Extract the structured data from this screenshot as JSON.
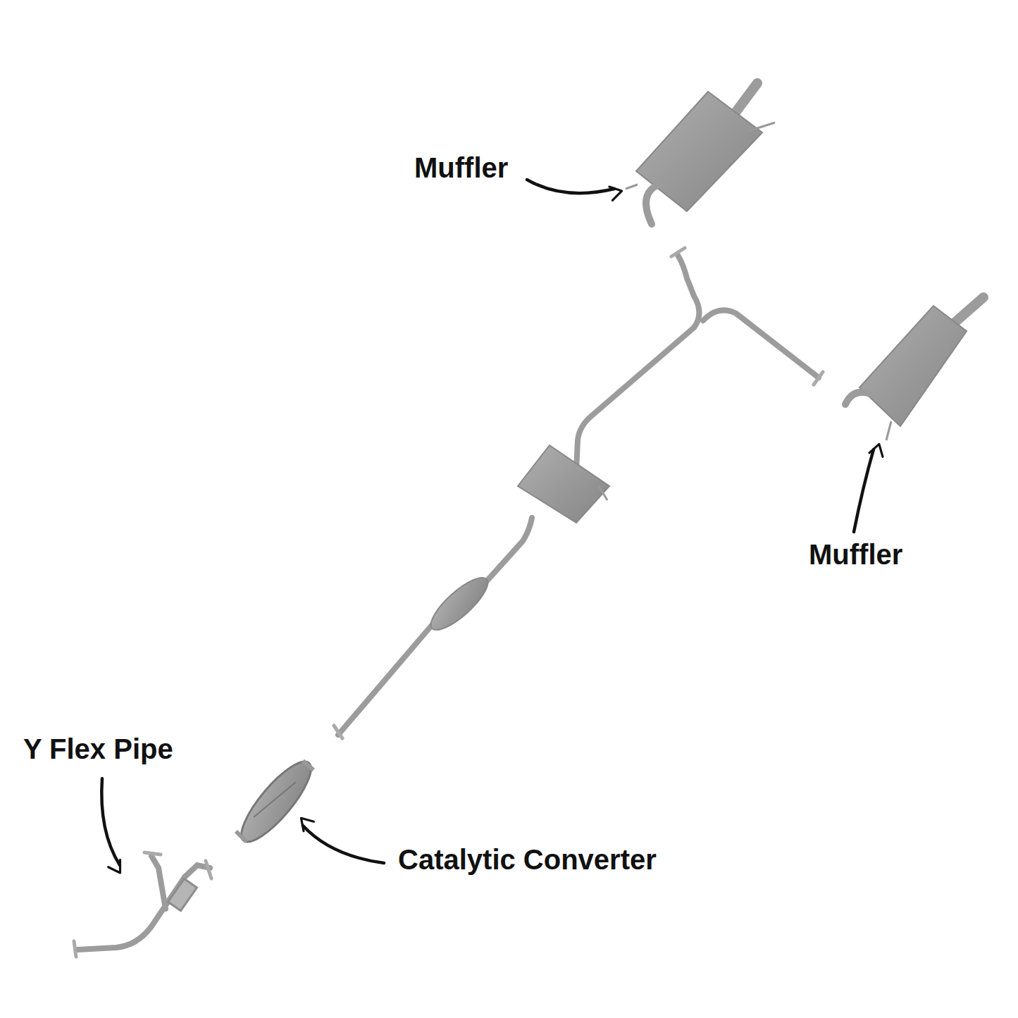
{
  "diagram": {
    "labels": [
      "Muffler",
      "Muffler",
      "Y Flex Pipe",
      "Catalytic Converter"
    ]
  }
}
